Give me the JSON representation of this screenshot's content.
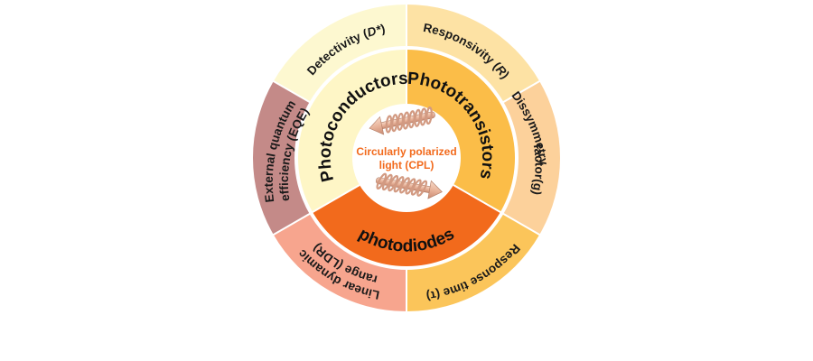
{
  "center": {
    "line1": "Circularly polarized",
    "line2": "light (CPL)"
  },
  "inner_segments": [
    {
      "label": "Photoconductors"
    },
    {
      "label": "Phototransistors"
    },
    {
      "label": "photodiodes"
    }
  ],
  "outer_segments": [
    {
      "id": "detectivity",
      "line1": "Detectivity (",
      "italic": "D*",
      "line1_end": ")"
    },
    {
      "id": "responsivity",
      "line1": "Responsivity (",
      "italic": "R",
      "line1_end": ")"
    },
    {
      "id": "dissymmetry",
      "line1": "Dissymmetry",
      "line2": "factor(g)"
    },
    {
      "id": "response-time",
      "line1": "Response time (τ)"
    },
    {
      "id": "ldr",
      "line1": "Linear dynamic",
      "line2": "range (LDR)"
    },
    {
      "id": "eqe",
      "line1": "External quantum",
      "line2": "efficiency (EQE)"
    }
  ],
  "colors": {
    "outer_detectivity": "#fdf8d0",
    "outer_responsivity": "#fde2a4",
    "outer_dissymmetry": "#fcd19b",
    "outer_response_time": "#fbc55a",
    "outer_ldr": "#f7a58e",
    "outer_eqe": "#c48a88",
    "inner_photoconductors": "#fef6c6",
    "inner_phototransistors": "#fbbd48",
    "inner_photodiodes": "#f26a1c",
    "center": "#ffffff",
    "center_text": "#f26a1c",
    "separator": "#ffffff"
  },
  "icons": [
    "helical-arrow-left-icon",
    "helical-arrow-right-icon"
  ]
}
